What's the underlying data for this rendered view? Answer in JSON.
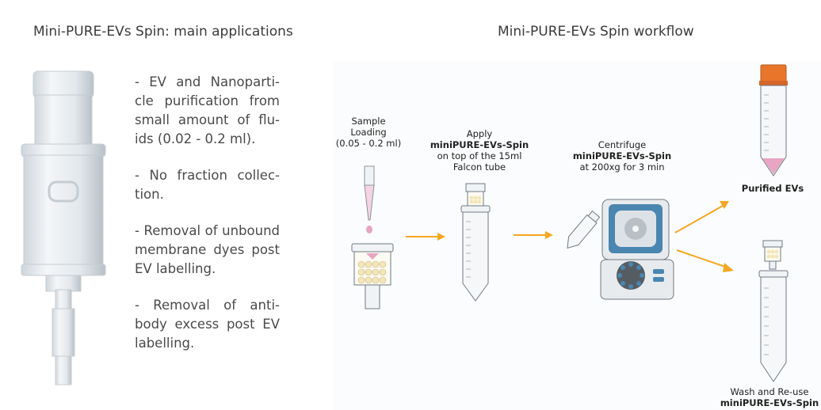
{
  "left_title": "Mini-PURE-EVs Spin: main applications",
  "right_title": "Mini-PURE-EVs Spin workflow",
  "applications": [
    "- EV and Nanoparti-cle purification from small amount of flu-ids (0.02 - 0.2 ml).",
    "- No fraction collec-tion.",
    "- Removal of unbound membrane dyes post EV labelling.",
    "- Removal of anti-body excess post EV labelling."
  ],
  "steps": {
    "loading": {
      "line1": "Sample",
      "line2": "Loading",
      "line3": "(0.05 - 0.2 ml)"
    },
    "apply": {
      "line1": "Apply",
      "bold": "miniPURE-EVs-Spin",
      "line3": "on top of the 15ml",
      "line4": "Falcon tube"
    },
    "centrifuge": {
      "line1": "Centrifuge",
      "bold": "miniPURE-EVs-Spin",
      "line3": "at 200xg for 3 min"
    },
    "purified": {
      "bold": "Purified EVs"
    },
    "reuse": {
      "line1": "Wash and Re-use",
      "bold": "miniPURE-EVs-Spin"
    }
  },
  "colors": {
    "arrow": "#f5a623",
    "pink": "#e8a5c4",
    "cap": "#e8752a",
    "centrifuge_blue": "#4a86b0"
  }
}
